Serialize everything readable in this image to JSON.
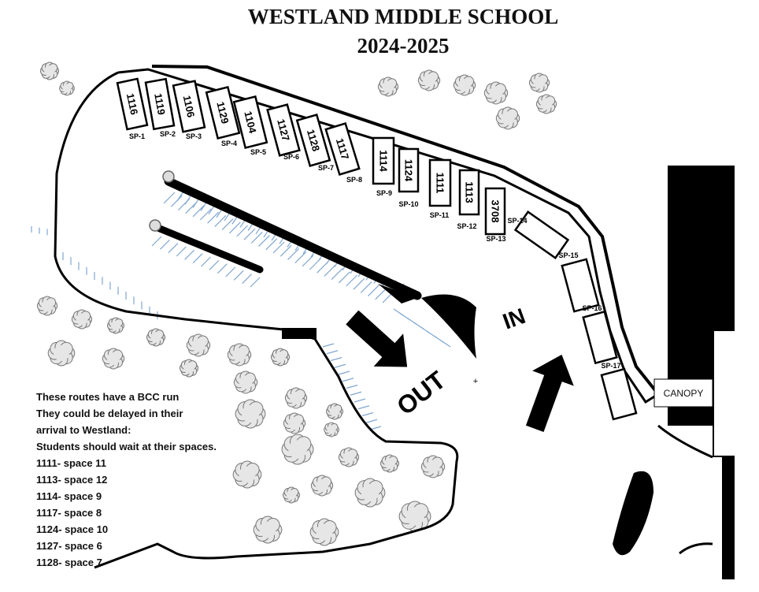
{
  "header": {
    "title": "WESTLAND MIDDLE SCHOOL",
    "year": "2024-2025"
  },
  "directions": {
    "in_label": "IN",
    "out_label": "OUT",
    "canopy_label": "CANOPY"
  },
  "spaces": [
    {
      "space": "SP-1",
      "route": "1116"
    },
    {
      "space": "SP-2",
      "route": "1119"
    },
    {
      "space": "SP-3",
      "route": "1106"
    },
    {
      "space": "SP-4",
      "route": "1129"
    },
    {
      "space": "SP-5",
      "route": "1104"
    },
    {
      "space": "SP-6",
      "route": "1127"
    },
    {
      "space": "SP-7",
      "route": "1128"
    },
    {
      "space": "SP-8",
      "route": "1117"
    },
    {
      "space": "SP-9",
      "route": "1114"
    },
    {
      "space": "SP-10",
      "route": "1124"
    },
    {
      "space": "SP-11",
      "route": "1111"
    },
    {
      "space": "SP-12",
      "route": "1113"
    },
    {
      "space": "SP-13",
      "route": "3708"
    },
    {
      "space": "SP-14",
      "route": ""
    },
    {
      "space": "SP-15",
      "route": ""
    },
    {
      "space": "SP-16",
      "route": ""
    },
    {
      "space": "SP-17",
      "route": ""
    }
  ],
  "notes": {
    "lines": [
      "These routes have a BCC run",
      "They could be delayed in their",
      "arrival to Westland:",
      "Students should wait at their spaces."
    ],
    "assignments": [
      "1111- space 11",
      "1113- space 12",
      "1114- space 9",
      "1117- space 8",
      "1124- space 10",
      "1127- space 6",
      "1128- space 7"
    ]
  },
  "colors": {
    "ink": "#000000",
    "hatch": "#7fa6d1",
    "shrub_fill": "#e6e6e6",
    "shrub_stroke": "#777777"
  },
  "icons": [
    "shrub-icon",
    "arrow-in-icon",
    "arrow-out-icon",
    "bollard-icon"
  ]
}
